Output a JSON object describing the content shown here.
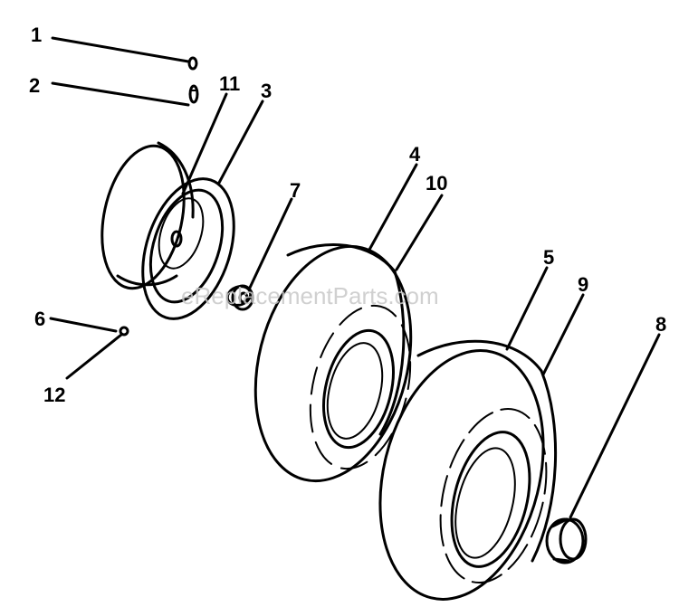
{
  "watermark": "eReplacementParts.com",
  "callouts": {
    "c1": "1",
    "c2": "2",
    "c3": "3",
    "c4": "4",
    "c5": "5",
    "c6": "6",
    "c7": "7",
    "c8": "8",
    "c9": "9",
    "c10": "10",
    "c11": "11",
    "c12": "12"
  },
  "colors": {
    "line": "#000000",
    "background": "#ffffff",
    "watermark": "#c8c8c8"
  }
}
